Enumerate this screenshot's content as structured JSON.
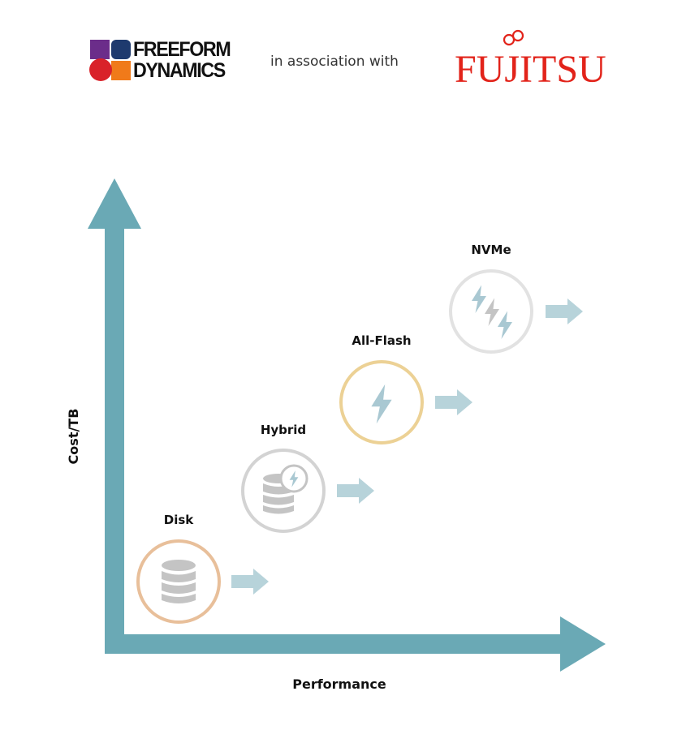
{
  "header": {
    "left_logo": {
      "line1": "FREEFORM",
      "line2": "DYNAMICS"
    },
    "connector": "in association with",
    "right_logo": "FUJITSU"
  },
  "axes": {
    "y_label": "Cost/TB",
    "x_label": "Performance",
    "color": "#6aa9b5"
  },
  "stages": [
    {
      "label": "Disk",
      "icon": "database-icon",
      "ring_color": "#e8bf9a"
    },
    {
      "label": "Hybrid",
      "icon": "database-flash-icon",
      "ring_color": "#d3d3d3"
    },
    {
      "label": "All-Flash",
      "icon": "lightning-icon",
      "ring_color": "#ecd195"
    },
    {
      "label": "NVMe",
      "icon": "multi-lightning-icon",
      "ring_color": "#e2e2e2"
    }
  ],
  "colors": {
    "progress_arrow": "#b7d3da",
    "icon_gray": "#c4c4c4",
    "icon_blue": "#a9c8d2",
    "fujitsu_red": "#e2231a"
  }
}
